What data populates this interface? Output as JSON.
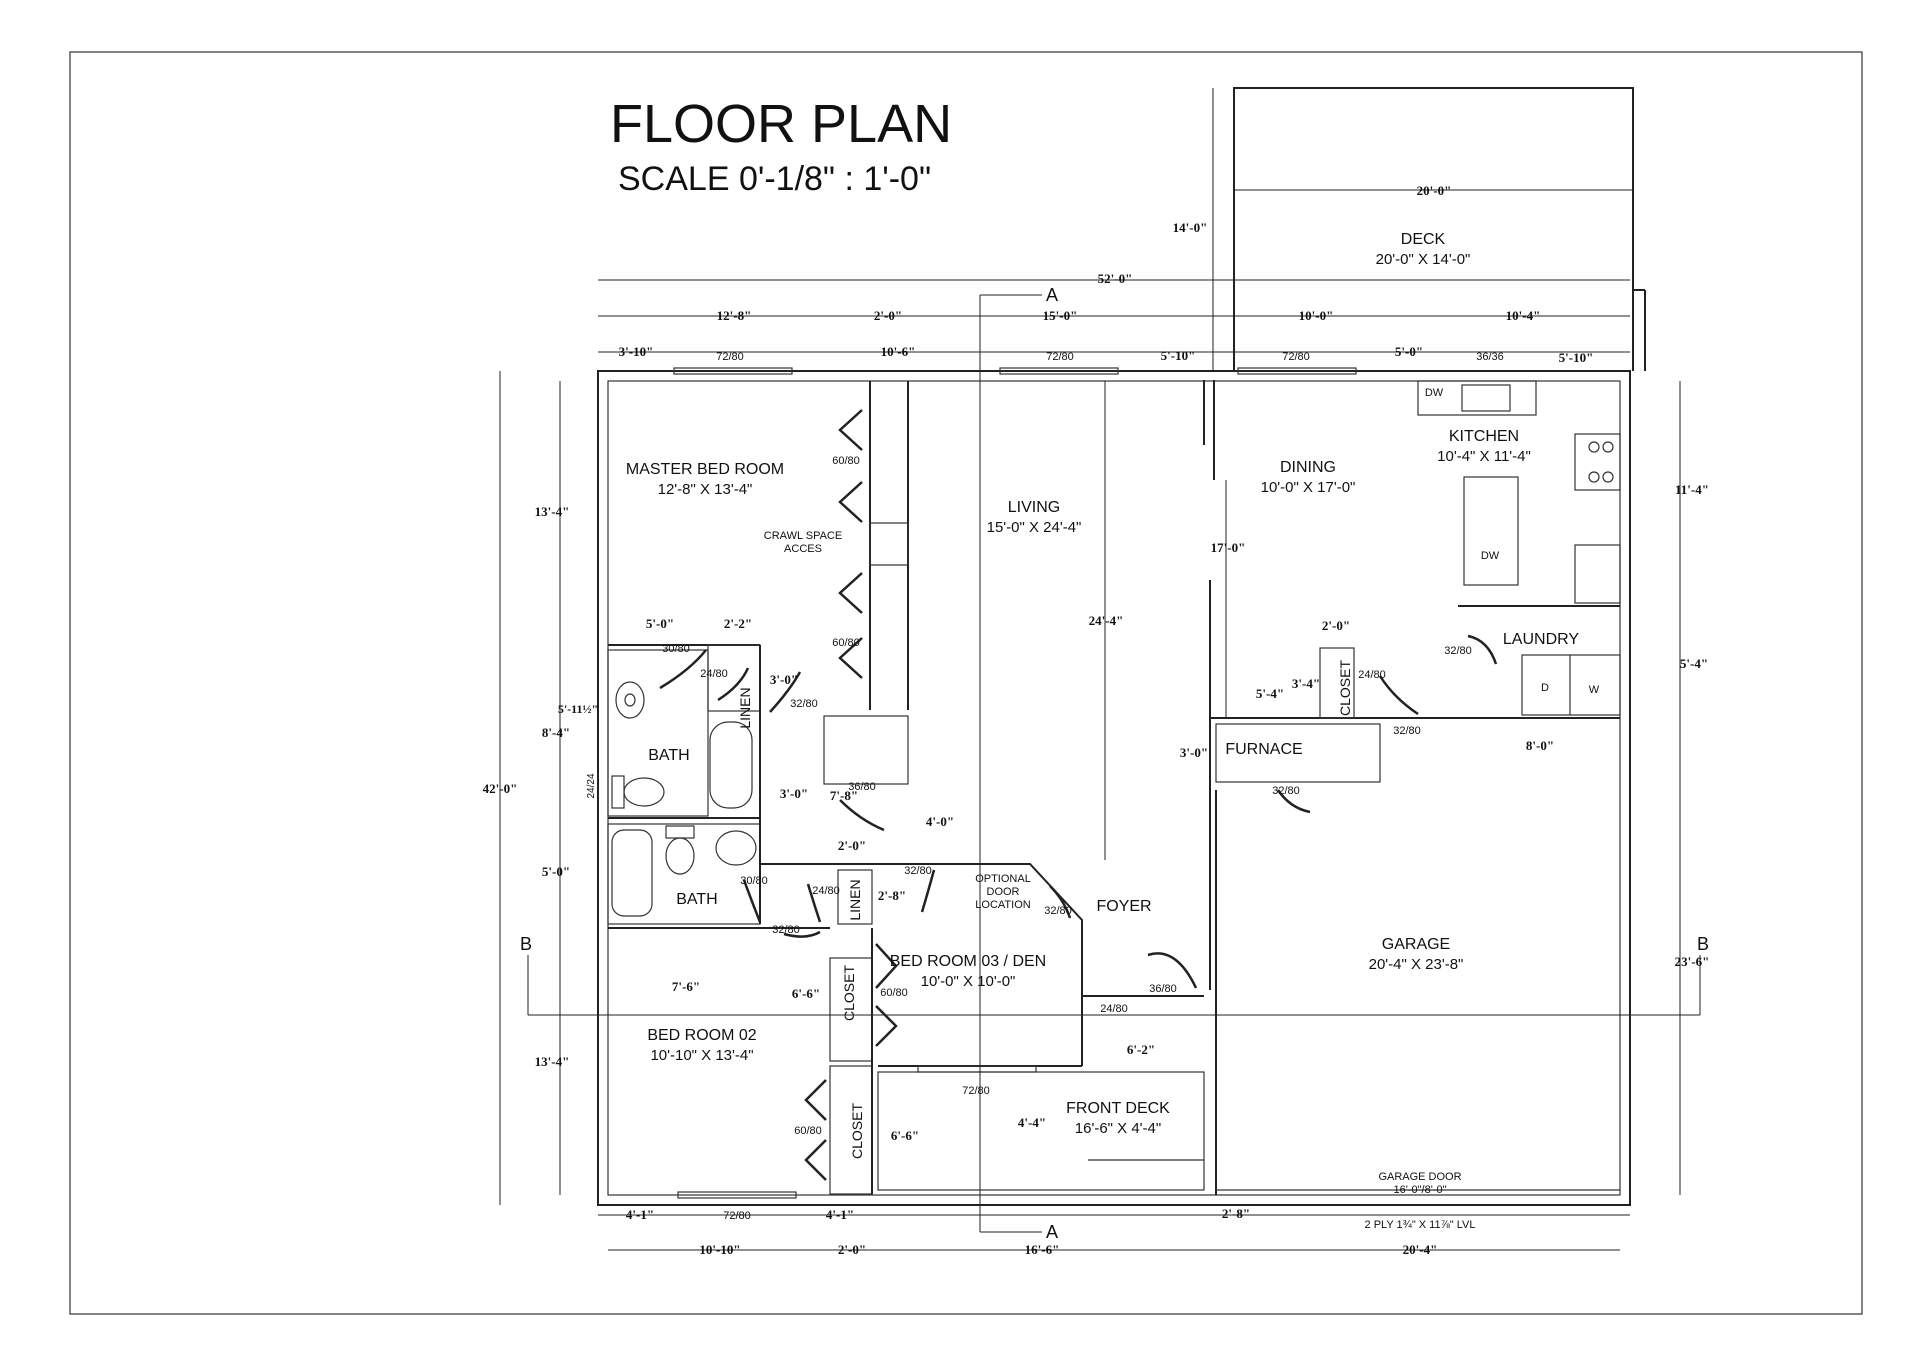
{
  "sheet": {
    "title": "FLOOR PLAN",
    "scale": "SCALE  0'-1/8\" : 1'-0\""
  },
  "rooms": {
    "deck": {
      "name": "DECK",
      "size": "20'-0\" X 14'-0\""
    },
    "master": {
      "name": "MASTER BED ROOM",
      "size": "12'-8\" X 13'-4\""
    },
    "living": {
      "name": "LIVING",
      "size": "15'-0\" X 24'-4\""
    },
    "dining": {
      "name": "DINING",
      "size": "10'-0\" X 17'-0\""
    },
    "kitchen": {
      "name": "KITCHEN",
      "size": "10'-4\" X 11'-4\""
    },
    "laundry": {
      "name": "LAUNDRY"
    },
    "crawl": {
      "line1": "CRAWL SPACE",
      "line2": "ACCES"
    },
    "linen_a": {
      "name": "LINEN"
    },
    "linen_b": {
      "name": "LINEN"
    },
    "closet_a": {
      "name": "CLOSET"
    },
    "closet_b": {
      "name": "CLOSET"
    },
    "closet_c": {
      "name": "CLOSET"
    },
    "bath_a": {
      "name": "BATH"
    },
    "bath_b": {
      "name": "BATH"
    },
    "furnace": {
      "name": "FURNACE"
    },
    "foyer": {
      "name": "FOYER"
    },
    "optional_door": {
      "line1": "OPTIONAL",
      "line2": "DOOR",
      "line3": "LOCATION"
    },
    "bed3": {
      "name": "BED ROOM  03 / DEN",
      "size": "10'-0\" X 10'-0\""
    },
    "bed2": {
      "name": "BED ROOM  02",
      "size": "10'-10\" X 13'-4\""
    },
    "garage": {
      "name": "GARAGE",
      "size": "20'-4\" X 23'-8\""
    },
    "front_deck": {
      "name": "FRONT DECK",
      "size": "16'-6\" X 4'-4\""
    },
    "garage_door": {
      "line1": "GARAGE DOOR",
      "line2": "16'-0\"/8'-0\""
    },
    "beam": {
      "label": "2 PLY 1¾\" X 11⅞\" LVL"
    }
  },
  "appliances": {
    "dw1": "DW",
    "dw2": "DW",
    "dryer": "D",
    "washer": "W"
  },
  "section_marks": {
    "a": "A",
    "b": "B"
  },
  "dimensions": {
    "overall_width": "52'-0\"",
    "overall_depth": "42'-0\"",
    "deck_width": "20'-0\"",
    "deck_depth": "14'-0\"",
    "top_master": "12'-8\"",
    "top_hall": "2'-0\"",
    "top_living": "15'-0\"",
    "top_dining": "10'-0\"",
    "top_kitchen": "10'-4\"",
    "win_left_offset": "3'-10\"",
    "win_mid_offset": "10'-6\"",
    "win_living_offset": "5'-10\"",
    "win_dining_offset": "5'-0\"",
    "win_kitchen_offset": "5'-10\"",
    "left_master": "13'-4\"",
    "left_bath_a": "8'-4\"",
    "left_bath_inner": "5'-11½\"",
    "left_bath_b": "5'-0\"",
    "left_bed2": "13'-4\"",
    "master_closet_w": "5'-0\"",
    "linen_w": "2'-2\"",
    "linen_h": "3'-0\"",
    "hall_w": "3'-0\"",
    "hall_gap": "7'-8\"",
    "hall_h": "4'-0\"",
    "linen_b_w": "2'-0\"",
    "linen_b_h": "2'-8\"",
    "living_h": "24'-4\"",
    "dining_h": "17'-0\"",
    "closet_dining_w": "2'-0\"",
    "closet_dining_h": "3'-4\"",
    "dining_closet_off": "5'-4\"",
    "furnace_h": "3'-0\"",
    "laundry_w": "8'-0\"",
    "right_kitchen": "11'-4\"",
    "right_laundry": "5'-4\"",
    "right_garage": "23'-6\"",
    "bed2_closet_w": "7'-6\"",
    "bed2_closet_h": "6'-6\"",
    "front_closet_h": "6'-6\"",
    "front_deck_w": "6'-2\"",
    "front_deck_h": "4'-4\"",
    "bottom_win_left": "4'-1\"",
    "bottom_win_right": "4'-1\"",
    "bottom_bed2": "10'-10\"",
    "bottom_hall": "2'-0\"",
    "bottom_front": "16'-6\"",
    "bottom_garage": "20'-4\"",
    "bottom_garage_off": "2'-8\""
  },
  "doors": {
    "w_master": "72/80",
    "w_living": "72/80",
    "w_dining": "72/80",
    "w_kitchen": "36/36",
    "closet_master": "60/80",
    "closet_master2": "60/80",
    "bath_a": "30/80",
    "linen_a": "24/80",
    "hall_a": "32/80",
    "hall_b": "36/80",
    "bath_b": "30/80",
    "linen_b": "24/80",
    "hall_c": "32/80",
    "bed3_door": "32/80",
    "opt_door": "32/80",
    "bed2_door": "32/80",
    "bed3_closet": "60/80",
    "bed2_closet": "60/80",
    "bed3_window": "72/80",
    "bed2_window": "72/80",
    "entry": "36/80",
    "entry_sill": "24/80",
    "furnace_door": "32/80",
    "dining_closet": "24/80",
    "laundry_door": "32/80",
    "laundry_door2": "32/80",
    "bath_tub_win": "24/24"
  }
}
